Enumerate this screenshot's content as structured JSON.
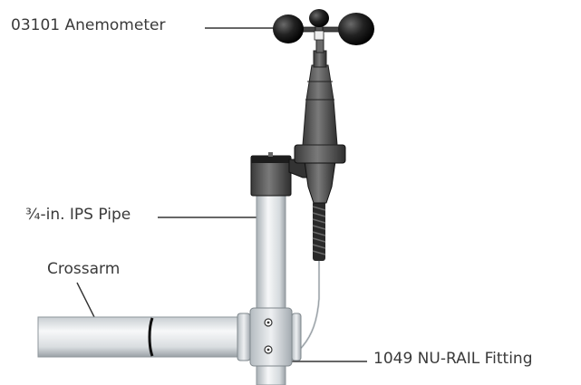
{
  "labels": {
    "anemometer": "03101 Anemometer",
    "pipe": "¾-in. IPS Pipe",
    "crossarm": "Crossarm",
    "fitting": "1049 NU-RAIL Fitting"
  },
  "colors": {
    "leader": "#333333",
    "metal_light": "#f2f4f5",
    "metal_mid": "#c9ced2",
    "metal_dark": "#9aa1a6",
    "body_dark": "#2b2b2b",
    "body_mid": "#5a5a5a"
  }
}
